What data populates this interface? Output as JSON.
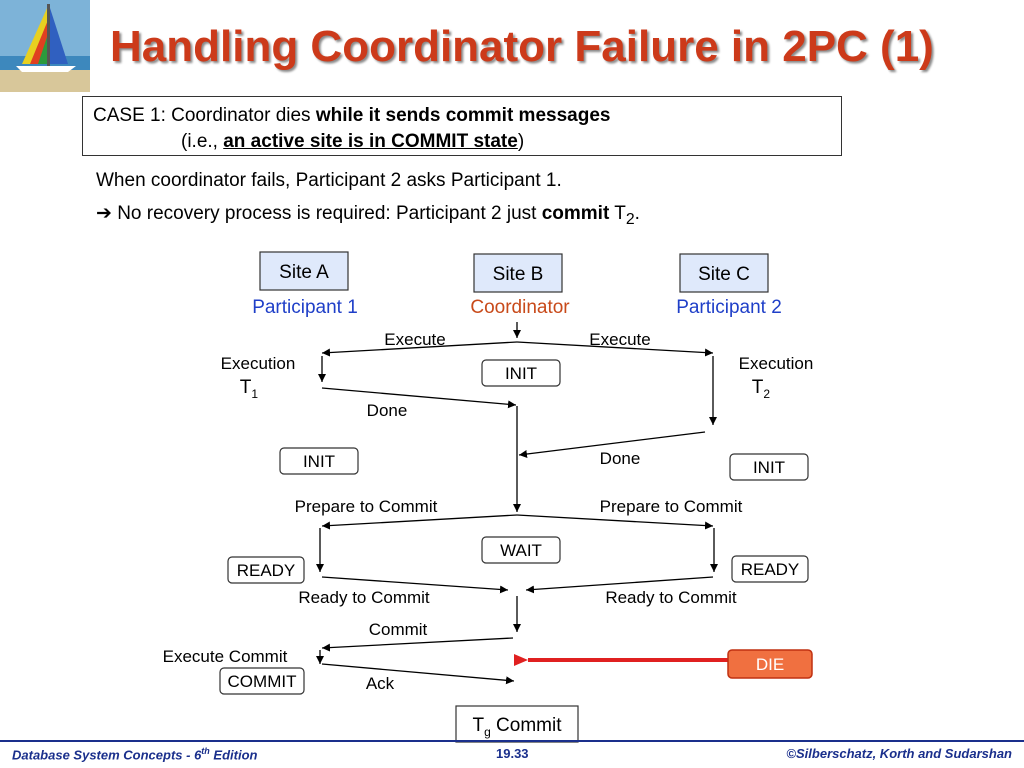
{
  "title": "Handling Coordinator Failure in 2PC (1)",
  "case_box": {
    "line1_prefix": "CASE 1: Coordinator dies ",
    "line1_bold": "while it sends commit messages",
    "line2_prefix": "(i.e., ",
    "line2_bold_underline": "an active site is in COMMIT state",
    "line2_suffix": ")"
  },
  "notes": {
    "line1": "When coordinator fails, Participant 2 asks Participant 1.",
    "line2_arrow": "➔",
    "line2_prefix": " No recovery process is required: Participant 2 just ",
    "line2_bold": "commit",
    "line2_t": " T",
    "line2_sub": "2",
    "line2_suffix": "."
  },
  "sites": {
    "a": {
      "name": "Site A",
      "role": "Participant 1"
    },
    "b": {
      "name": "Site B",
      "role": "Coordinator"
    },
    "c": {
      "name": "Site C",
      "role": "Participant 2"
    }
  },
  "messages": {
    "execute_left": "Execute",
    "execute_right": "Execute",
    "done_left": "Done",
    "done_right": "Done",
    "prepare_left": "Prepare to  Commit",
    "prepare_right": "Prepare to Commit",
    "ready_left": "Ready to Commit",
    "ready_right": "Ready to Commit",
    "commit": "Commit",
    "ack": "Ack"
  },
  "annotations": {
    "exec_left": "Execution",
    "exec_left_t": "T",
    "exec_left_sub": "1",
    "exec_right": "Execution",
    "exec_right_t": "T",
    "exec_right_sub": "2",
    "execute_commit": "Execute Commit"
  },
  "states": {
    "coord_init": "INIT",
    "left_init": "INIT",
    "right_init": "INIT",
    "coord_wait": "WAIT",
    "left_ready": "READY",
    "right_ready": "READY",
    "left_commit": "COMMIT",
    "die": "DIE"
  },
  "final": {
    "t": "T",
    "sub": "g",
    "text": " Commit"
  },
  "footer": {
    "left_prefix": "Database System Concepts - 6",
    "left_sup": "th",
    "left_suffix": " Edition",
    "center": "19.33",
    "right": "©Silberschatz, Korth and Sudarshan"
  },
  "colors": {
    "title": "#cc3a1a",
    "participant": "#1f3fc8",
    "coordinator": "#c84a1a",
    "die_fill": "#f07040",
    "die_arrow": "#e02020",
    "site_box_fill": "#dfe9fb",
    "footer": "#1a2f8c"
  }
}
